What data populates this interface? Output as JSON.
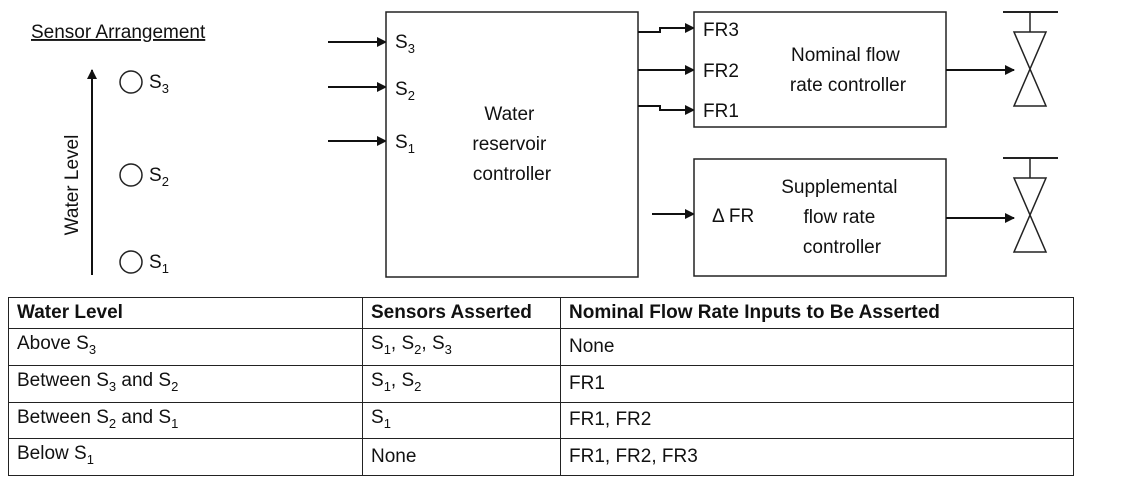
{
  "arrangement": {
    "title": "Sensor Arrangement",
    "axis_label": "Water Level",
    "sensors": [
      {
        "prefix": "S",
        "sub": "3"
      },
      {
        "prefix": "S",
        "sub": "2"
      },
      {
        "prefix": "S",
        "sub": "1"
      }
    ]
  },
  "reservoir": {
    "label_lines": [
      "Water",
      "reservoir",
      "controller"
    ],
    "inputs": [
      {
        "prefix": "S",
        "sub": "3"
      },
      {
        "prefix": "S",
        "sub": "2"
      },
      {
        "prefix": "S",
        "sub": "1"
      }
    ]
  },
  "nominal": {
    "label_lines": [
      "Nominal flow",
      "rate controller"
    ],
    "inputs": [
      "FR3",
      "FR2",
      "FR1"
    ]
  },
  "supplemental": {
    "label_lines": [
      "Supplemental",
      "flow rate",
      "controller"
    ],
    "input": "Δ FR"
  },
  "table": {
    "headers": [
      "Water Level",
      "Sensors Asserted",
      "Nominal Flow Rate Inputs to Be Asserted"
    ],
    "rows": [
      {
        "level": [
          {
            "t": "Above S"
          },
          {
            "t": "3",
            "sub": true
          }
        ],
        "sensors": [
          {
            "t": "S"
          },
          {
            "t": "1",
            "sub": true
          },
          {
            "t": ", S"
          },
          {
            "t": "2",
            "sub": true
          },
          {
            "t": ", S"
          },
          {
            "t": "3",
            "sub": true
          }
        ],
        "inputs": "None"
      },
      {
        "level": [
          {
            "t": "Between S"
          },
          {
            "t": "3",
            "sub": true
          },
          {
            "t": " and S"
          },
          {
            "t": "2",
            "sub": true
          }
        ],
        "sensors": [
          {
            "t": "S"
          },
          {
            "t": "1",
            "sub": true
          },
          {
            "t": ", S"
          },
          {
            "t": "2",
            "sub": true
          }
        ],
        "inputs": "FR1"
      },
      {
        "level": [
          {
            "t": "Between S"
          },
          {
            "t": "2",
            "sub": true
          },
          {
            "t": " and S"
          },
          {
            "t": "1",
            "sub": true
          }
        ],
        "sensors": [
          {
            "t": "S"
          },
          {
            "t": "1",
            "sub": true
          }
        ],
        "inputs": "FR1, FR2"
      },
      {
        "level": [
          {
            "t": "Below S"
          },
          {
            "t": "1",
            "sub": true
          }
        ],
        "sensors": [
          {
            "t": "None"
          }
        ],
        "inputs": "FR1, FR2, FR3"
      }
    ]
  }
}
